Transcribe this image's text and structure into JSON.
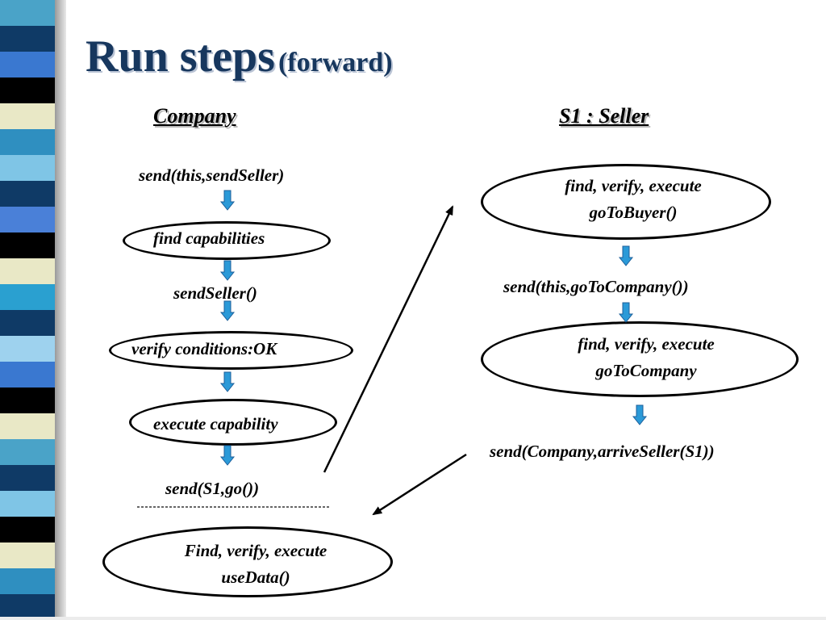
{
  "title": {
    "main": "Run steps",
    "sub": "(forward)"
  },
  "colors": {
    "title": "#17375e",
    "arrow_fill": "#2b9ad8",
    "arrow_stroke": "#1d5f9a"
  },
  "company": {
    "heading": "Company",
    "send_this_send_seller": "send(this,sendSeller)",
    "find_capabilities": "find capabilities",
    "send_seller": "sendSeller()",
    "verify_conditions": "verify conditions:OK",
    "execute_capability": "execute capability",
    "send_s1_go": "send(S1,go())",
    "use_data_line1": "Find, verify, execute",
    "use_data_line2": "useData()"
  },
  "seller": {
    "heading": "S1 : Seller",
    "go_to_buyer_line1": "find, verify, execute",
    "go_to_buyer_line2": "goToBuyer()",
    "send_this_go_to_company": "send(this,goToCompany())",
    "go_to_company_line1": "find, verify, execute",
    "go_to_company_line2": "goToCompany",
    "send_company_arrive_seller": "send(Company,arriveSeller(S1))"
  }
}
